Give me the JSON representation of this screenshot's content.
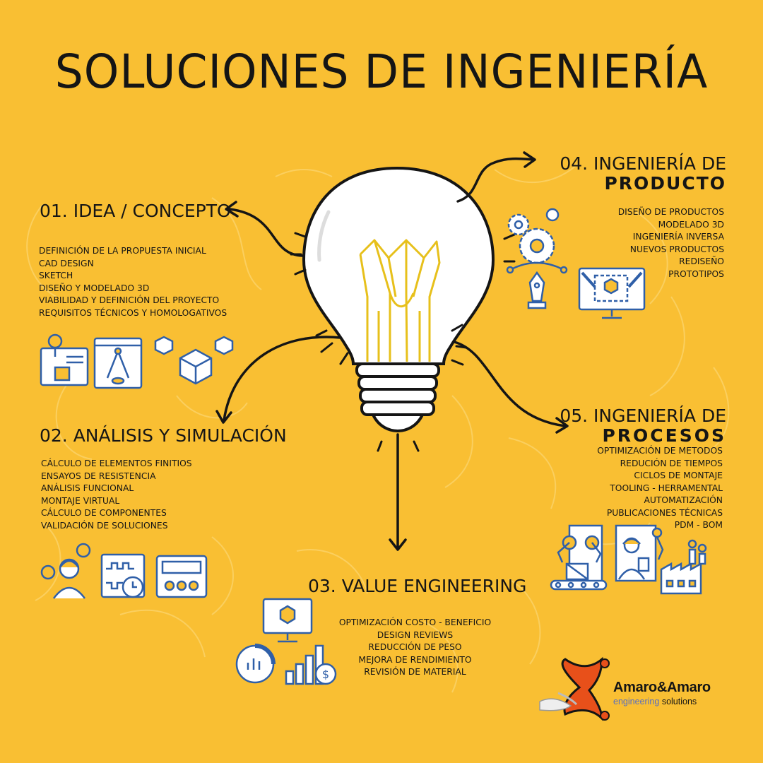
{
  "title": "SOLUCIONES DE INGENIERÍA",
  "sections": {
    "s01": {
      "title": "01. IDEA / CONCEPTO",
      "items": [
        "DEFINICIÓN DE LA PROPUESTA INICIAL",
        "CAD DESIGN",
        "SKETCH",
        "DISEÑO Y MODELADO 3D",
        "VIABILIDAD Y DEFINICIÓN DEL PROYECTO",
        "REQUISITOS TÉCNICOS Y HOMOLOGATIVOS"
      ]
    },
    "s02": {
      "title": "02. ANÁLISIS Y SIMULACIÓN",
      "items": [
        "CÁLCULO DE ELEMENTOS FINITIOS",
        "ENSAYOS DE RESISTENCIA",
        "ANÁLISIS FUNCIONAL",
        "MONTAJE VIRTUAL",
        "CÁLCULO DE COMPONENTES",
        "VALIDACIÓN DE SOLUCIONES"
      ]
    },
    "s03": {
      "title": "03. VALUE ENGINEERING",
      "items": [
        "OPTIMIZACIÓN COSTO - BENEFICIO",
        "DESIGN REVIEWS",
        "REDUCCIÓN DE PESO",
        "MEJORA DE RENDIMIENTO",
        "REVISIÓN DE MATERIAL"
      ]
    },
    "s04": {
      "title_line1": "04. INGENIERÍA DE",
      "title_line2": "PRODUCTO",
      "items": [
        "DISEÑO DE PRODUCTOS",
        "MODELADO 3D",
        "INGENIERÍA INVERSA",
        "NUEVOS PRODUCTOS",
        "REDISEÑO",
        "PROTOTIPOS"
      ]
    },
    "s05": {
      "title_line1": "05. INGENIERÍA DE",
      "title_line2": "PROCESOS",
      "items": [
        "OPTIMIZACIÓN DE METODOS",
        "REDUCIÓN DE TIEMPOS",
        "CICLOS DE MONTAJE",
        "TOOLING  -  HERRAMENTAL",
        "AUTOMATIZACIÓN",
        "PUBLICACIONES TÉCNICAS",
        "PDM - BOM"
      ]
    }
  },
  "logo": {
    "name": "Amaro&Amaro",
    "sub_part1": "engineering",
    "sub_part2": " solutions"
  },
  "colors": {
    "background": "#F9BF33",
    "ink": "#151515",
    "icon_blue": "#2F5FA8",
    "bulb_filament": "#E7C01B",
    "logo_orange": "#E8501A"
  },
  "icons": {
    "s01": [
      "idea-board-icon",
      "compass-drawing-icon",
      "3d-cube-icon"
    ],
    "s02": [
      "engineer-gears-icon",
      "test-timer-icon",
      "control-panel-icon"
    ],
    "s03": [
      "monitor-cube-icon",
      "analytics-chart-icon",
      "growth-dollar-icon"
    ],
    "s04": [
      "gears-pen-tool-icon",
      "monitor-3d-design-icon"
    ],
    "s05": [
      "robot-assembly-icon",
      "factory-worker-icon"
    ]
  }
}
